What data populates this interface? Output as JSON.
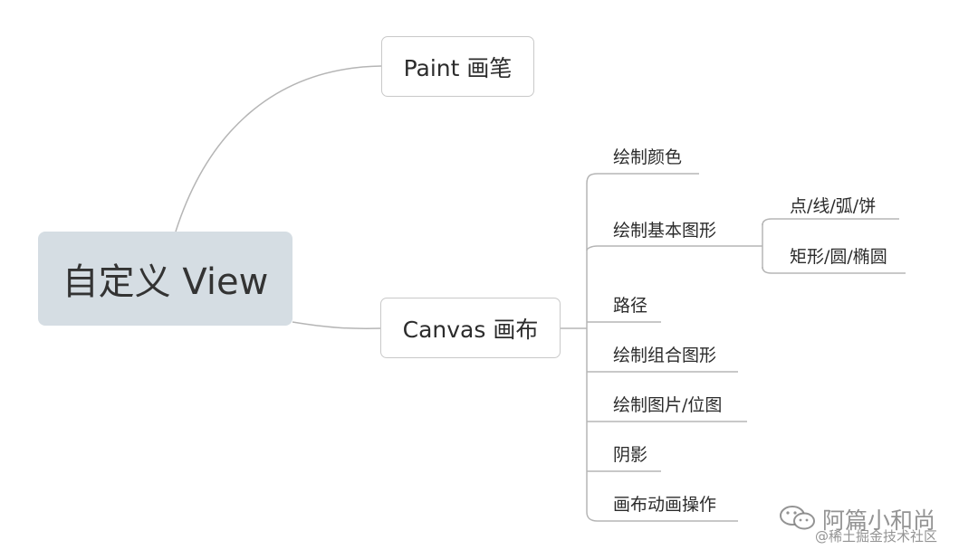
{
  "root": {
    "label": "自定义 View"
  },
  "branches": {
    "paint": {
      "label": "Paint 画笔"
    },
    "canvas": {
      "label": "Canvas 画布",
      "children": [
        "绘制颜色",
        "绘制基本图形",
        "路径",
        "绘制组合图形",
        "绘制图片/位图",
        "阴影",
        "画布动画操作"
      ],
      "basic_shapes_children": [
        "点/线/弧/饼",
        "矩形/圆/椭圆"
      ]
    }
  },
  "watermark": {
    "icon": "wechat-icon",
    "name": "阿篇小和尚",
    "sub": "@稀土掘金技术社区"
  }
}
